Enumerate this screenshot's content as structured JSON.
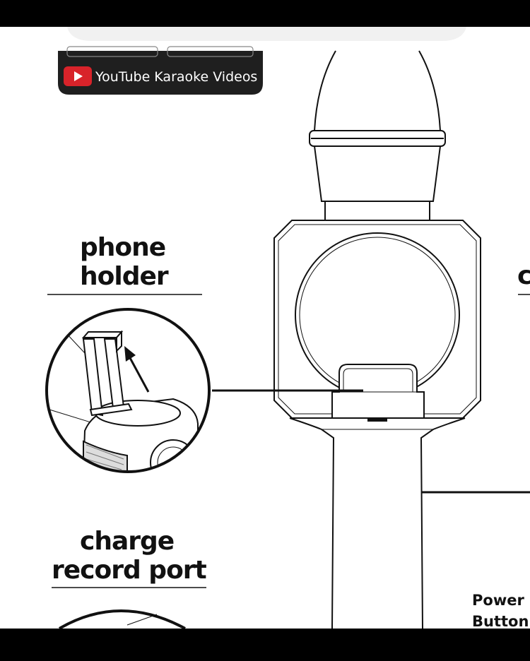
{
  "promo_badge": {
    "label": "YouTube Karaoke Videos",
    "icon": "youtube-play-icon",
    "background": "#1f1f1f",
    "icon_color": "#e0232a"
  },
  "callouts": {
    "phone_holder": {
      "line1": "phone",
      "line2": "holder"
    },
    "charge_record_port": {
      "line1": "charge",
      "line2": "record port"
    },
    "power_button": {
      "line1": "Power",
      "line2": "Button"
    },
    "cut_off_letter": "c"
  },
  "colors": {
    "ink": "#111111",
    "frame": "#000000",
    "paper": "#ffffff"
  }
}
